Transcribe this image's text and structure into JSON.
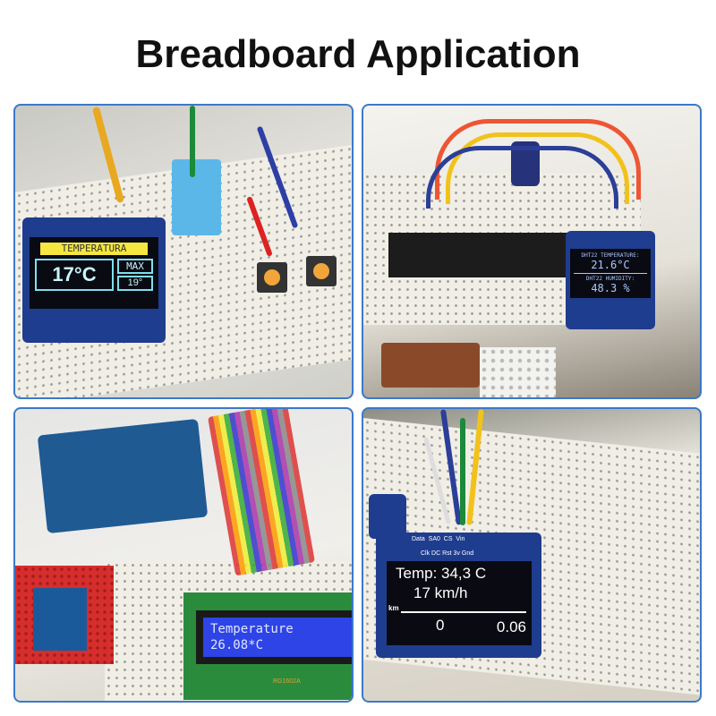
{
  "title": "Breadboard Application",
  "panels": {
    "p1": {
      "header": "TEMPERATURA",
      "value": "17°C",
      "max_label": "MAX",
      "max_value": "19°"
    },
    "p2": {
      "temp_label": "DHT22 TEMPERATURE:",
      "temp_value": "21.6°C",
      "hum_label": "DHT22 HUMIDITY:",
      "hum_value": "48.3 %"
    },
    "p3": {
      "line1": "Temperature",
      "line2": "26.08*C",
      "module": "RG1602A"
    },
    "p4": {
      "pins_top": "Data  SA0  CS  Vin",
      "pins_bottom": "Clk DC Rst 3v Gnd",
      "line1": "Temp: 34,3 C",
      "line2": "17 km/h",
      "unit": "km",
      "left_value": "0",
      "right_value": "0.06"
    }
  }
}
